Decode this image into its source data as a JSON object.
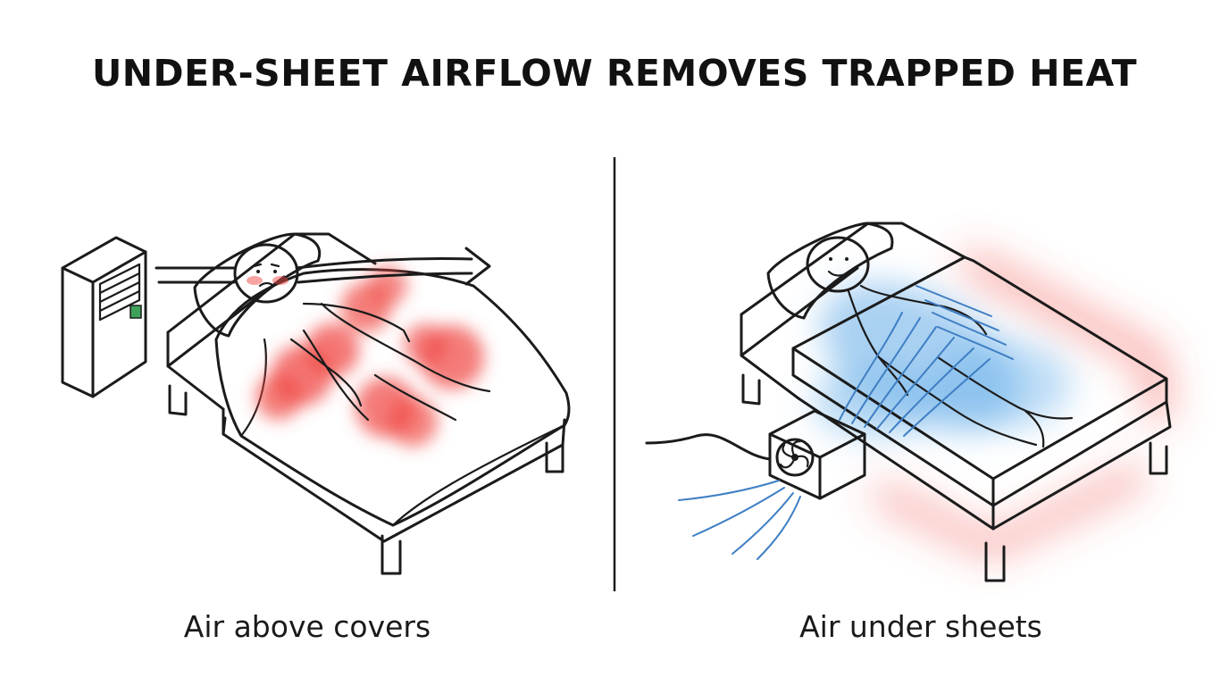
{
  "title": "UNDER-SHEET AIRFLOW REMOVES TRAPPED HEAT",
  "panels": {
    "left": {
      "caption": "Air above covers"
    },
    "right": {
      "caption": "Air under sheets"
    }
  },
  "colors": {
    "heat": "#f04a45",
    "cool": "#6fb3ea",
    "airflow": "#3f7fc4",
    "ink": "#1b1b1b"
  },
  "icons": [
    "air-conditioner-icon",
    "fan-icon",
    "arrow-icon"
  ]
}
